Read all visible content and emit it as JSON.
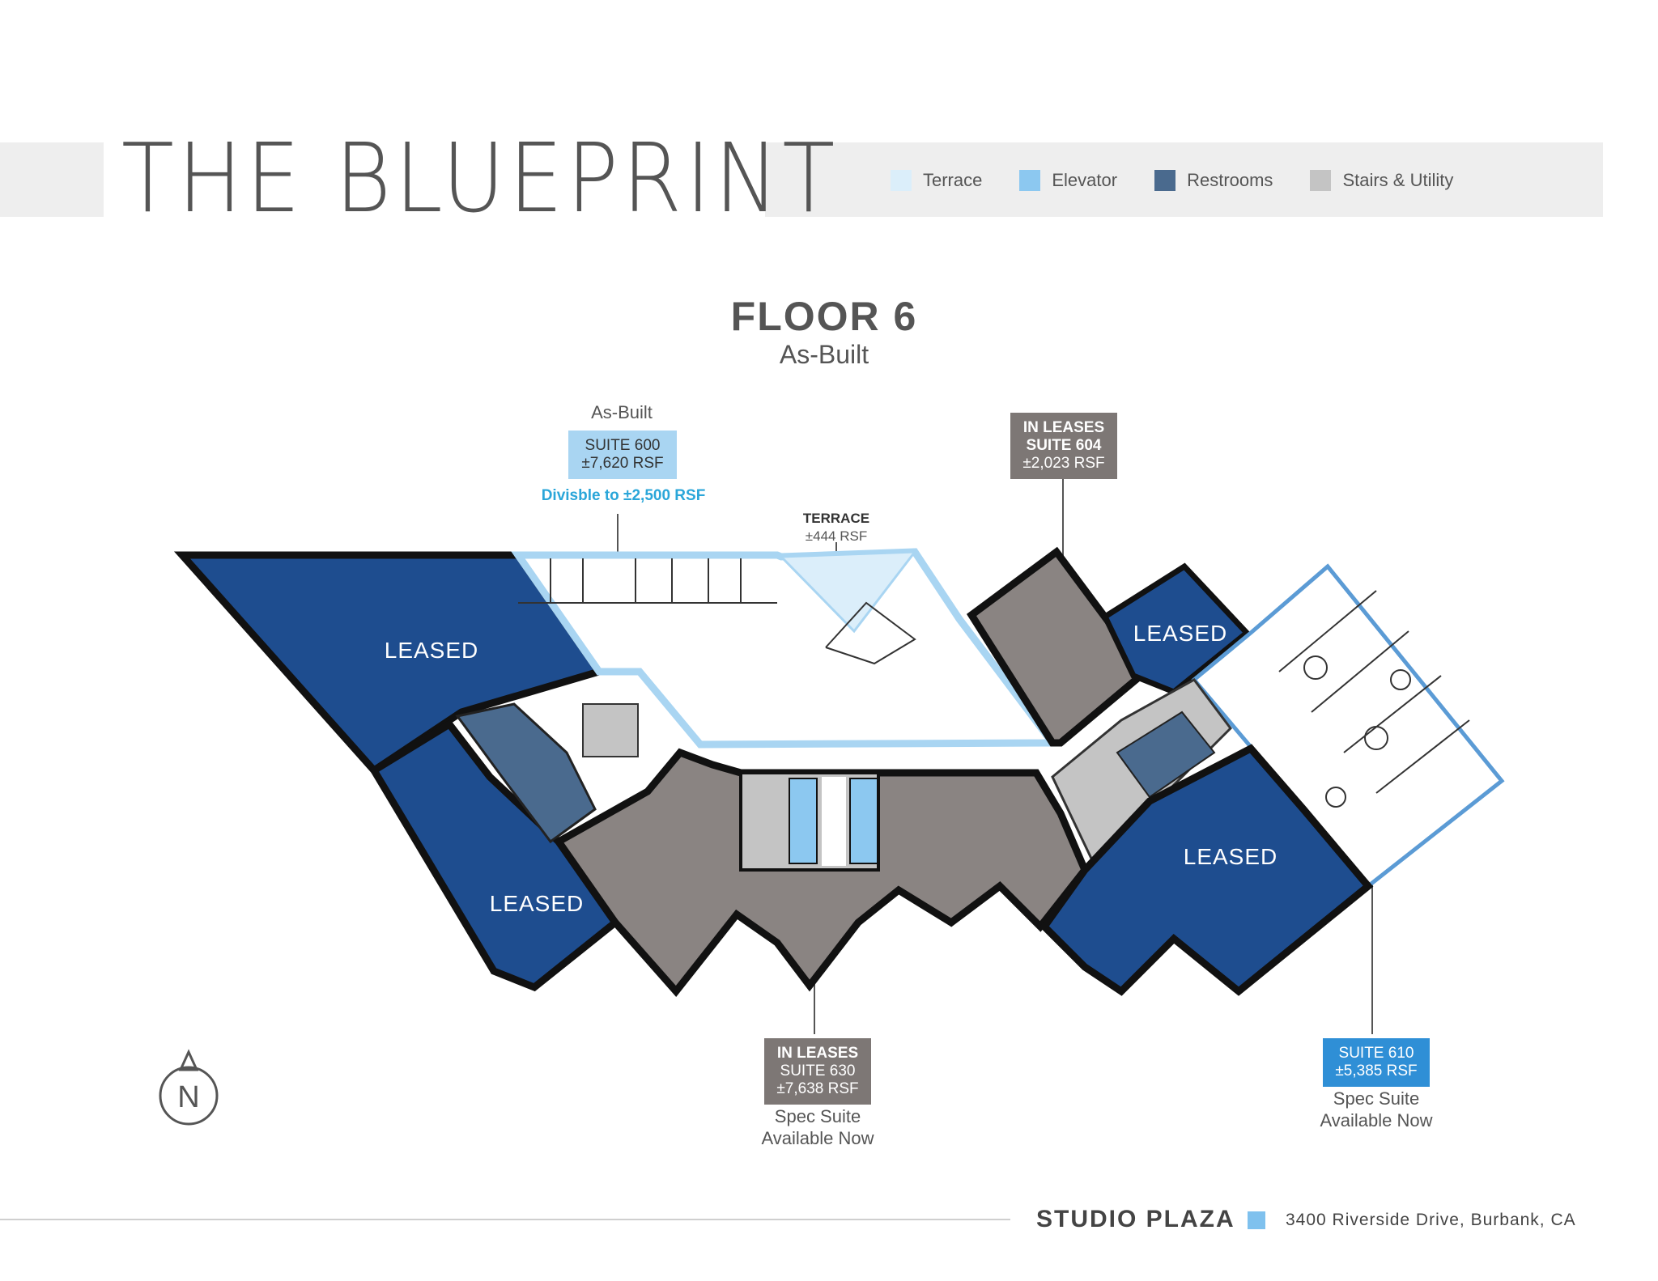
{
  "brand": {
    "title": "THE BLUEPRINT"
  },
  "legend": [
    {
      "label": "Terrace",
      "color": "#dbeefa"
    },
    {
      "label": "Elevator",
      "color": "#8cc8f0"
    },
    {
      "label": "Restrooms",
      "color": "#4a6a8e"
    },
    {
      "label": "Stairs & Utility",
      "color": "#c4c4c4"
    }
  ],
  "floor": {
    "title": "FLOOR 6",
    "subtitle": "As-Built"
  },
  "suite600": {
    "pre": "As-Built",
    "line1": "SUITE 600",
    "line2": "±7,620 RSF",
    "note": "Divisble to ±2,500 RSF"
  },
  "terrace": {
    "line1": "TERRACE",
    "line2": "±444 RSF"
  },
  "suite604": {
    "line1": "IN LEASES",
    "line2": "SUITE 604",
    "line3": "±2,023 RSF"
  },
  "suite630": {
    "line1": "IN LEASES",
    "line2": "SUITE 630",
    "line3": "±7,638 RSF",
    "note1": "Spec Suite",
    "note2": "Available Now"
  },
  "suite610": {
    "line1": "SUITE 610",
    "line2": "±5,385 RSF",
    "note1": "Spec Suite",
    "note2": "Available Now"
  },
  "leased_label": "LEASED",
  "compass": {
    "letter": "N"
  },
  "footer": {
    "name": "STUDIO PLAZA",
    "address": "3400 Riverside Drive, Burbank, CA"
  },
  "colors": {
    "leased": "#1e4d8f",
    "gray_suite": "#8a8482",
    "available_outline": "#a9d5f2",
    "wall": "#1a1a1a"
  }
}
